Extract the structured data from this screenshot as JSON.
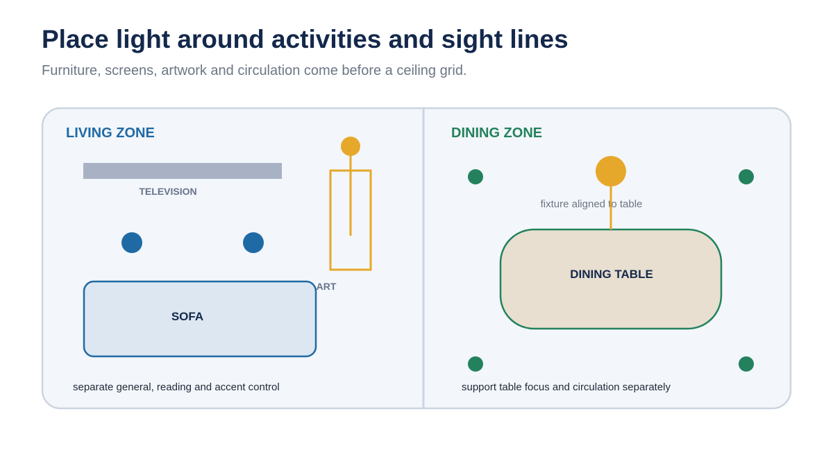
{
  "header": {
    "title": "Place light around activities and sight lines",
    "subtitle": "Furniture, screens, artwork and circulation come before a ceiling grid."
  },
  "living": {
    "title": "LIVING ZONE",
    "television_label": "TELEVISION",
    "art_label": "ART",
    "sofa_label": "SOFA",
    "note": "separate general, reading and accent control"
  },
  "dining": {
    "title": "DINING ZONE",
    "fixture_note": "fixture aligned to table",
    "table_label": "DINING TABLE",
    "note": "support table focus and circulation separately"
  },
  "colors": {
    "living_accent": "#1f6aa5",
    "dining_accent": "#23825d",
    "fixture": "#e6a82a",
    "panel_bg": "#f3f6fa",
    "panel_border": "#cbd5e1"
  }
}
